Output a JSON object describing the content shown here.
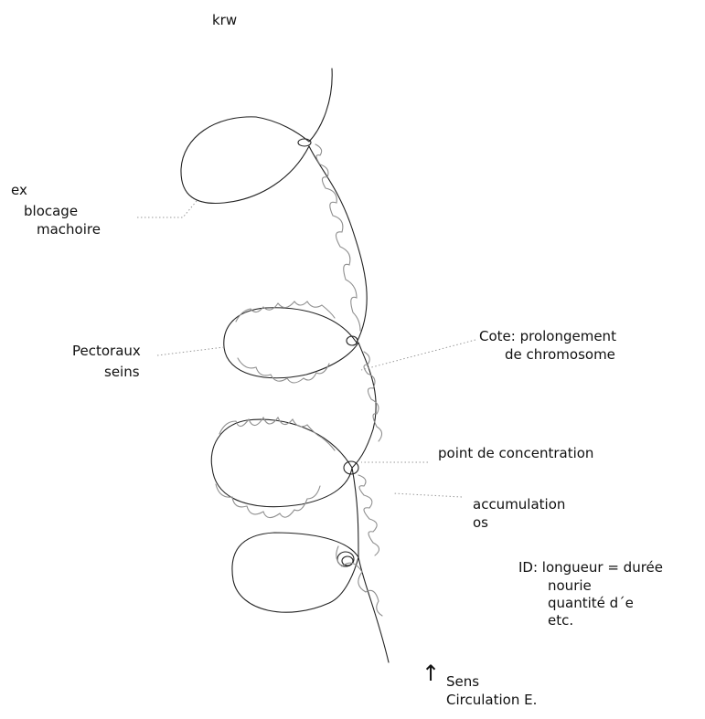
{
  "labels": {
    "title": "krw",
    "ex": "ex",
    "blocage": "blocage",
    "machoire": "machoire",
    "pectoraux": "Pectoraux",
    "seins": "seins",
    "cote_line1": "Cote: prolongement",
    "cote_line2": "de chromosome",
    "point_concentration": "point de concentration",
    "accumulation": "accumulation",
    "os": "os",
    "id_line1": "ID: longueur = durée",
    "id_line2": "nourie",
    "id_line3": "quantité d´e",
    "id_line4": "etc.",
    "sens": "Sens",
    "circulation": "Circulation E.",
    "arrow": "↑"
  },
  "colors": {
    "main_line": "#222222",
    "secondary_line": "#8f8f8f",
    "text": "#111111"
  }
}
